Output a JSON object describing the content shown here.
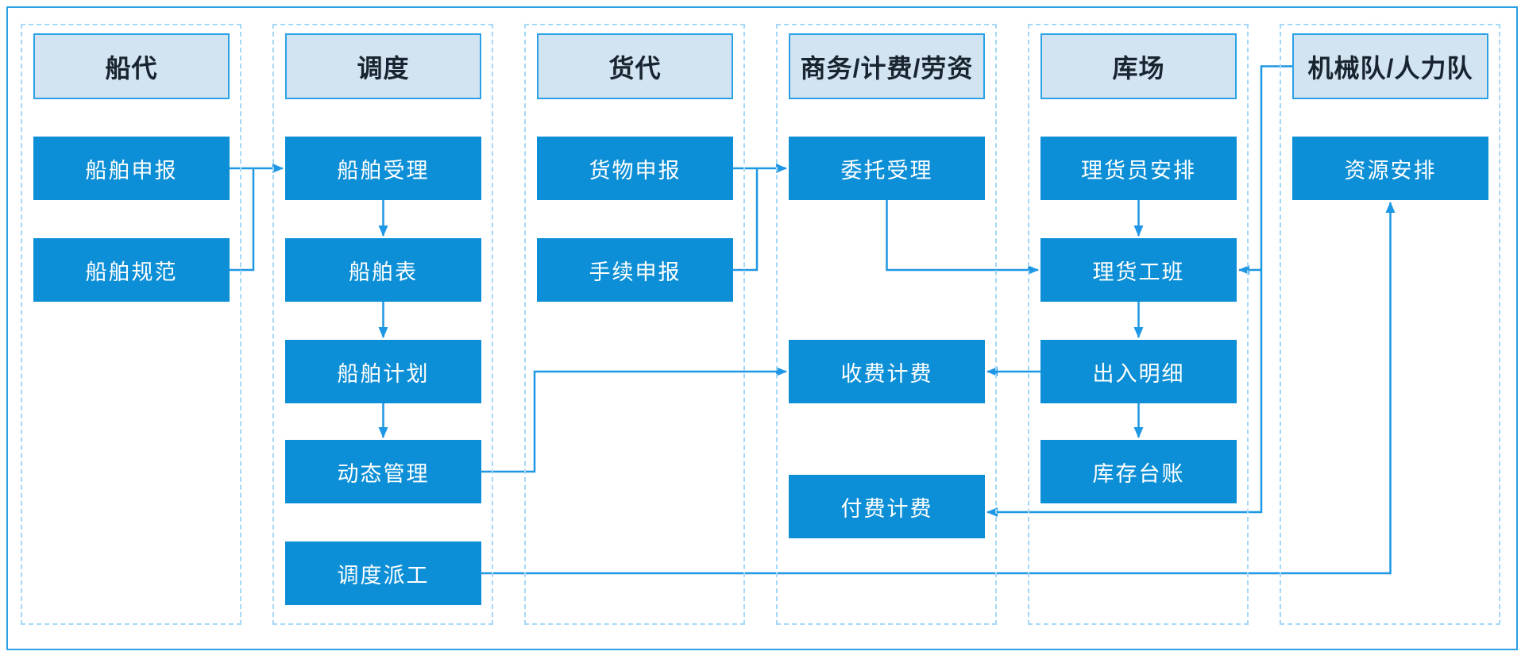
{
  "diagram_title": "",
  "colors": {
    "accent_border": "#2BA1E6",
    "lane_dash": "#A5D8F7",
    "header_fill": "#D2E3F1",
    "header_text": "#18242F",
    "node_fill": "#0C8FD6",
    "node_text": "#FFFFFF",
    "connector": "#1E97E4",
    "background": "#FFFFFF"
  },
  "lanes": [
    {
      "id": "ship_agent",
      "header": "船代",
      "boxes": [
        {
          "id": "ship_declare",
          "label": "船舶申报",
          "row": "r1"
        },
        {
          "id": "ship_spec",
          "label": "船舶规范",
          "row": "r2"
        }
      ]
    },
    {
      "id": "dispatch",
      "header": "调度",
      "boxes": [
        {
          "id": "ship_accept",
          "label": "船舶受理",
          "row": "r1"
        },
        {
          "id": "ship_table",
          "label": "船舶表",
          "row": "r2"
        },
        {
          "id": "ship_plan",
          "label": "船舶计划",
          "row": "r3"
        },
        {
          "id": "dyn_mgmt",
          "label": "动态管理",
          "row": "r4"
        },
        {
          "id": "dispatch_assign",
          "label": "调度派工",
          "row": "r5"
        }
      ]
    },
    {
      "id": "freight_agent",
      "header": "货代",
      "boxes": [
        {
          "id": "cargo_declare",
          "label": "货物申报",
          "row": "r1"
        },
        {
          "id": "formality_declare",
          "label": "手续申报",
          "row": "r2"
        }
      ]
    },
    {
      "id": "business",
      "header": "商务/计费/劳资",
      "boxes": [
        {
          "id": "entrust_accept",
          "label": "委托受理",
          "row": "r1"
        },
        {
          "id": "charge_billing",
          "label": "收费计费",
          "row": "r3"
        },
        {
          "id": "pay_billing",
          "label": "付费计费",
          "row": "r4b"
        }
      ]
    },
    {
      "id": "yard",
      "header": "库场",
      "boxes": [
        {
          "id": "tally_arrange",
          "label": "理货员安排",
          "row": "r1"
        },
        {
          "id": "tally_shift",
          "label": "理货工班",
          "row": "r2"
        },
        {
          "id": "inout_detail",
          "label": "出入明细",
          "row": "r3"
        },
        {
          "id": "inventory_ledger",
          "label": "库存台账",
          "row": "r4"
        }
      ]
    },
    {
      "id": "machinery",
      "header": "机械队/人力队",
      "boxes": [
        {
          "id": "resource_arrange",
          "label": "资源安排",
          "row": "r1"
        }
      ]
    }
  ],
  "flows": [
    {
      "from": "ship_declare",
      "to": "ship_accept"
    },
    {
      "from": "ship_spec",
      "to": "ship_accept"
    },
    {
      "from": "ship_accept",
      "to": "ship_table"
    },
    {
      "from": "ship_table",
      "to": "ship_plan"
    },
    {
      "from": "ship_plan",
      "to": "dyn_mgmt"
    },
    {
      "from": "cargo_declare",
      "to": "entrust_accept"
    },
    {
      "from": "formality_declare",
      "to": "entrust_accept"
    },
    {
      "from": "entrust_accept",
      "to": "tally_shift"
    },
    {
      "from": "tally_arrange",
      "to": "tally_shift"
    },
    {
      "from": "tally_shift",
      "to": "inout_detail"
    },
    {
      "from": "inout_detail",
      "to": "inventory_ledger"
    },
    {
      "from": "inout_detail",
      "to": "charge_billing"
    },
    {
      "from": "dyn_mgmt",
      "to": "charge_billing"
    },
    {
      "from": "machinery",
      "to": "tally_shift"
    },
    {
      "from": "machinery",
      "to": "pay_billing"
    },
    {
      "from": "dispatch_assign",
      "to": "resource_arrange"
    }
  ]
}
